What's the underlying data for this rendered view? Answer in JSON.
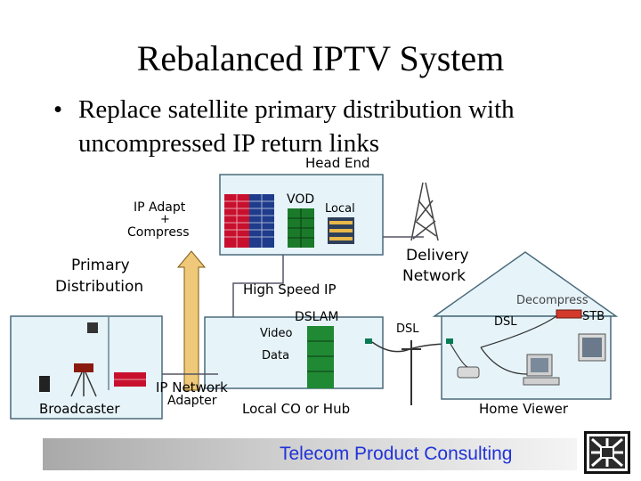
{
  "slide": {
    "title": "Rebalanced IPTV System",
    "bullet_marker": "•",
    "bullet_text": "Replace satellite primary distribution with uncompressed IP return links"
  },
  "labels": {
    "head_end": "Head End",
    "vod": "VOD",
    "local": "Local",
    "ip_adapt": "IP Adapt",
    "plus": "+",
    "compress": "Compress",
    "primary_distribution_1": "Primary",
    "primary_distribution_2": "Distribution",
    "delivery_network_1": "Delivery",
    "delivery_network_2": "Network",
    "high_speed_ip": "High Speed IP",
    "decompress": "Decompress",
    "stb": "STB",
    "dslam": "DSLAM",
    "video": "Video",
    "dsl_left": "DSL",
    "dsl_right": "DSL",
    "data": "Data",
    "ip_network_1": "IP Network",
    "ip_network_2": "Adapter",
    "broadcaster": "Broadcaster",
    "local_co": "Local CO or Hub",
    "home_viewer": "Home Viewer"
  },
  "footer": {
    "text": "Telecom Product Consulting"
  },
  "colors": {
    "panel_fill": "#e6f4fa",
    "panel_stroke": "#4a6a7a",
    "arrow_fill": "#f0c879",
    "server_red": "#c8102e",
    "server_blue": "#1f3b8c",
    "server_green": "#1a7a2a",
    "dslam_green": "#1f8a33",
    "decompress_red": "#d33a2c",
    "footer_text": "#2033d8"
  }
}
